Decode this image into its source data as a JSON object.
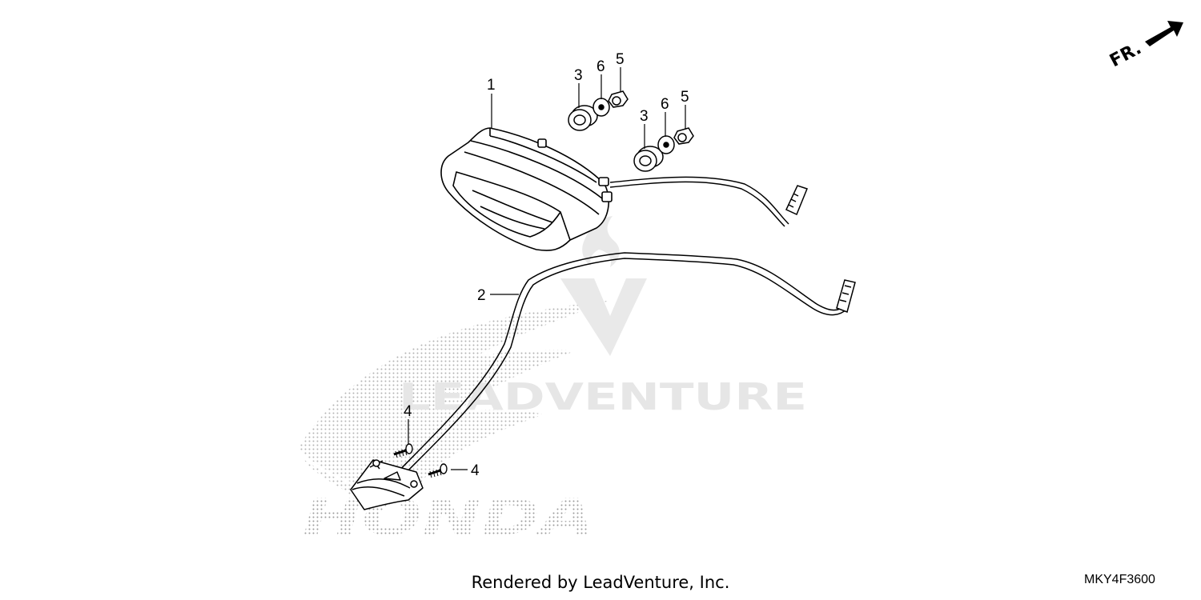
{
  "diagram": {
    "callouts": {
      "tail_light": "1",
      "harness": "2",
      "grommet_a": "3",
      "grommet_b": "3",
      "screw_a": "4",
      "screw_b": "4",
      "nut_a": "5",
      "nut_b": "5",
      "washer_a": "6",
      "washer_b": "6"
    },
    "front_arrow_label": "FR.",
    "watermark": {
      "brand": "HONDA",
      "text": "LEADVENTURE"
    }
  },
  "footer": {
    "credit": "Rendered by LeadVenture, Inc.",
    "diagram_code": "MKY4F3600"
  }
}
